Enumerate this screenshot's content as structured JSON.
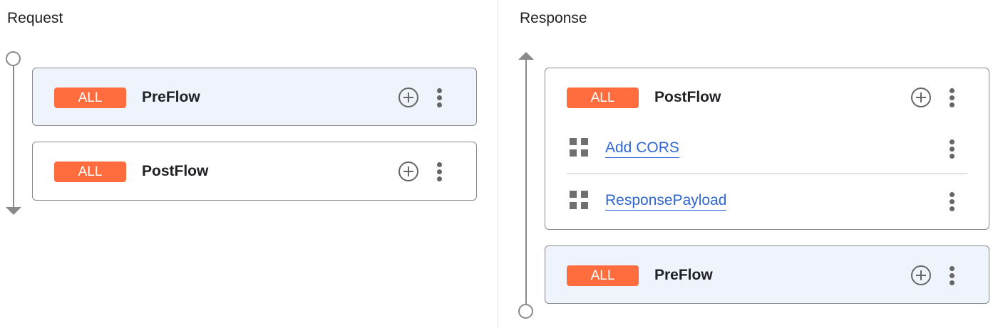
{
  "request": {
    "title": "Request",
    "flows": [
      {
        "badge": "ALL",
        "label": "PreFlow",
        "highlighted": true
      },
      {
        "badge": "ALL",
        "label": "PostFlow",
        "highlighted": false
      }
    ]
  },
  "response": {
    "title": "Response",
    "flows": [
      {
        "badge": "ALL",
        "label": "PostFlow",
        "highlighted": false,
        "steps": [
          {
            "label": "Add CORS"
          },
          {
            "label": "ResponsePayload"
          }
        ]
      },
      {
        "badge": "ALL",
        "label": "PreFlow",
        "highlighted": true
      }
    ]
  },
  "colors": {
    "badge": "#ff6d3f",
    "link": "#2f66d4",
    "highlight": "#eef3fc"
  },
  "icons": [
    "add-circle-icon",
    "more-vert-icon",
    "policy-step-icon"
  ]
}
